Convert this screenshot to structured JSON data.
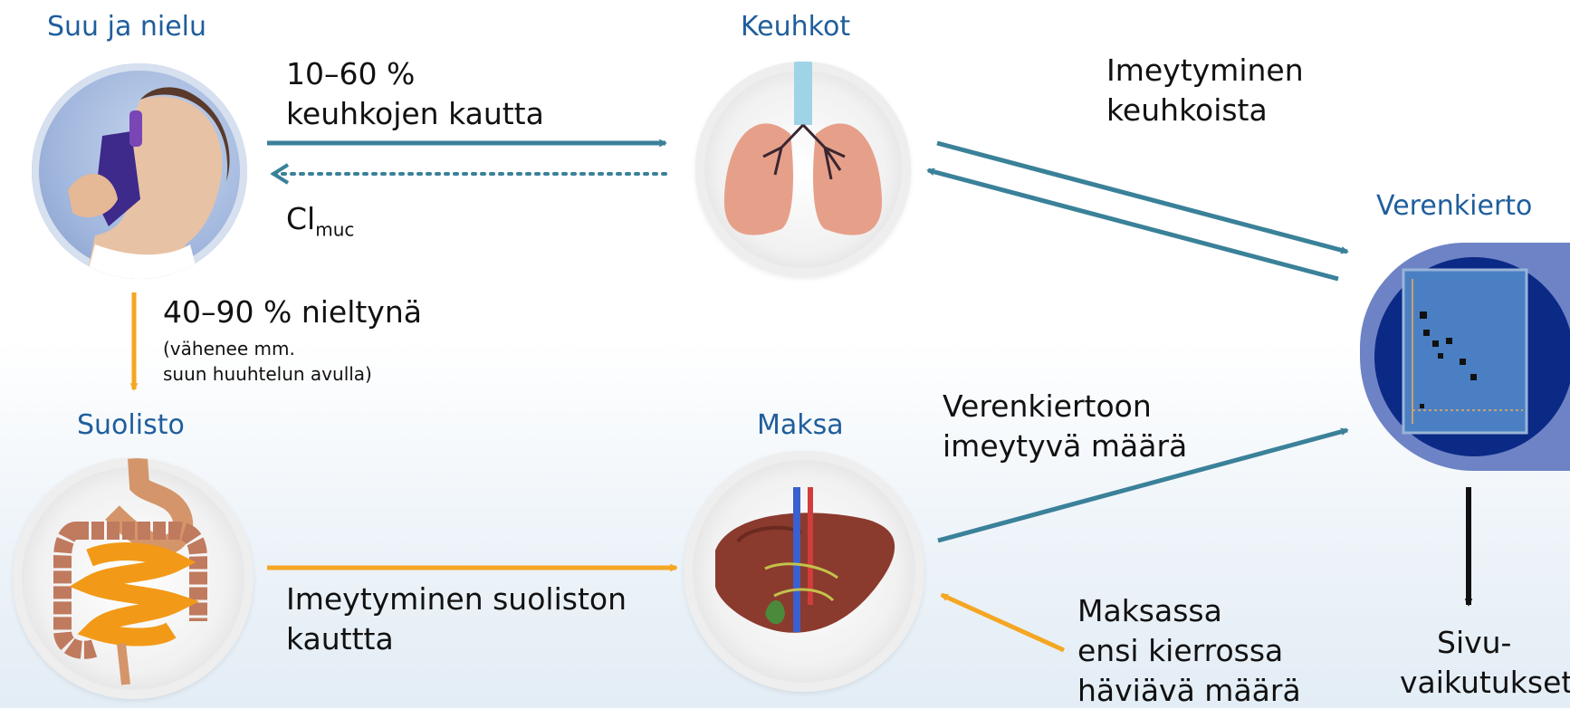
{
  "nodes": {
    "mouth": "Suu ja nielu",
    "lungs": "Keuhkot",
    "circulation": "Verenkierto",
    "intestine": "Suolisto",
    "liver": "Maksa"
  },
  "labels": {
    "lung_pct": "10–60 %",
    "lung_route": "keuhkojen kautta",
    "clearance_main": "Cl",
    "clearance_sub": "muc",
    "lung_absorption_1": "Imeytyminen",
    "lung_absorption_2": "keuhkoista",
    "swallowed": "40–90 % nieltynä",
    "swallowed_note_1": "(vähenee mm.",
    "swallowed_note_2": "suun huuhtelun avulla)",
    "gut_absorption_1": "Imeytyminen suoliston",
    "gut_absorption_2": "kauttta",
    "circulation_amount_1": "Verenkiertoon",
    "circulation_amount_2": "imeytyvä määrä",
    "first_pass_1": "Maksassa",
    "first_pass_2": "ensi kierrossa",
    "first_pass_3": "häviävä määrä",
    "side_effects_1": "Sivu-",
    "side_effects_2": "vaikutukset"
  },
  "colors": {
    "title_blue": "#1f5e9c",
    "teal_arrow": "#3a8199",
    "orange_arrow": "#f5a623",
    "black_arrow": "#111111"
  }
}
